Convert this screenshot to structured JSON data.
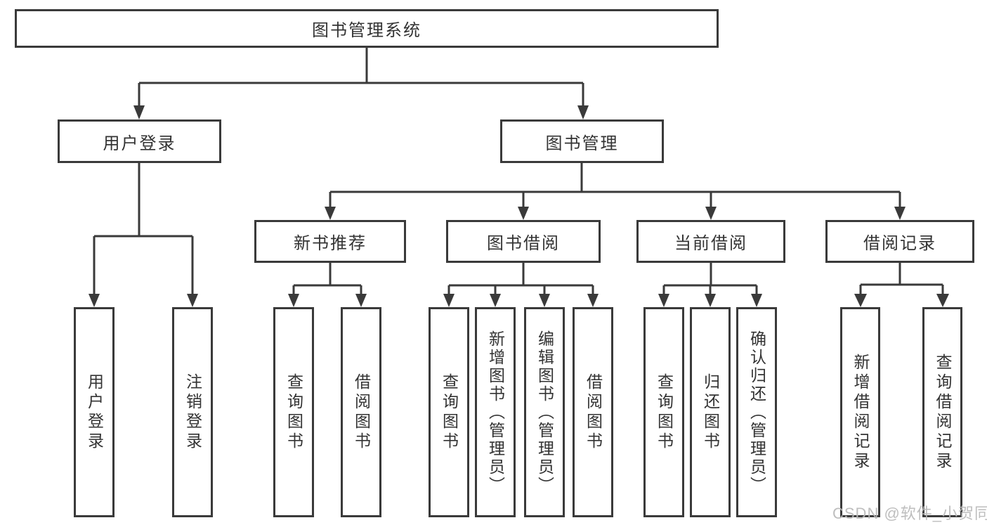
{
  "diagram": {
    "tree": {
      "label": "图书管理系统",
      "children": [
        {
          "label": "用户登录",
          "children": [
            {
              "label": "用户登录"
            },
            {
              "label": "注销登录"
            }
          ]
        },
        {
          "label": "图书管理",
          "children": [
            {
              "label": "新书推荐",
              "children": [
                {
                  "label": "查询图书"
                },
                {
                  "label": "借阅图书"
                }
              ]
            },
            {
              "label": "图书借阅",
              "children": [
                {
                  "label": "查询图书"
                },
                {
                  "label": "新增图书（管理员）"
                },
                {
                  "label": "编辑图书（管理员）"
                },
                {
                  "label": "借阅图书"
                }
              ]
            },
            {
              "label": "当前借阅",
              "children": [
                {
                  "label": "查询图书"
                },
                {
                  "label": "归还图书"
                },
                {
                  "label": "确认归还（管理员）"
                }
              ]
            },
            {
              "label": "借阅记录",
              "children": [
                {
                  "label": "新增借阅记录"
                },
                {
                  "label": "查询借阅记录"
                }
              ]
            }
          ]
        }
      ]
    }
  },
  "watermark": {
    "text": "CSDN @软件_小贺同学"
  },
  "colors": {
    "line": "#3a3a3a",
    "box_border": "#3a3a3a",
    "text": "#333333",
    "background": "#ffffff",
    "watermark": "#b9b9b9"
  }
}
